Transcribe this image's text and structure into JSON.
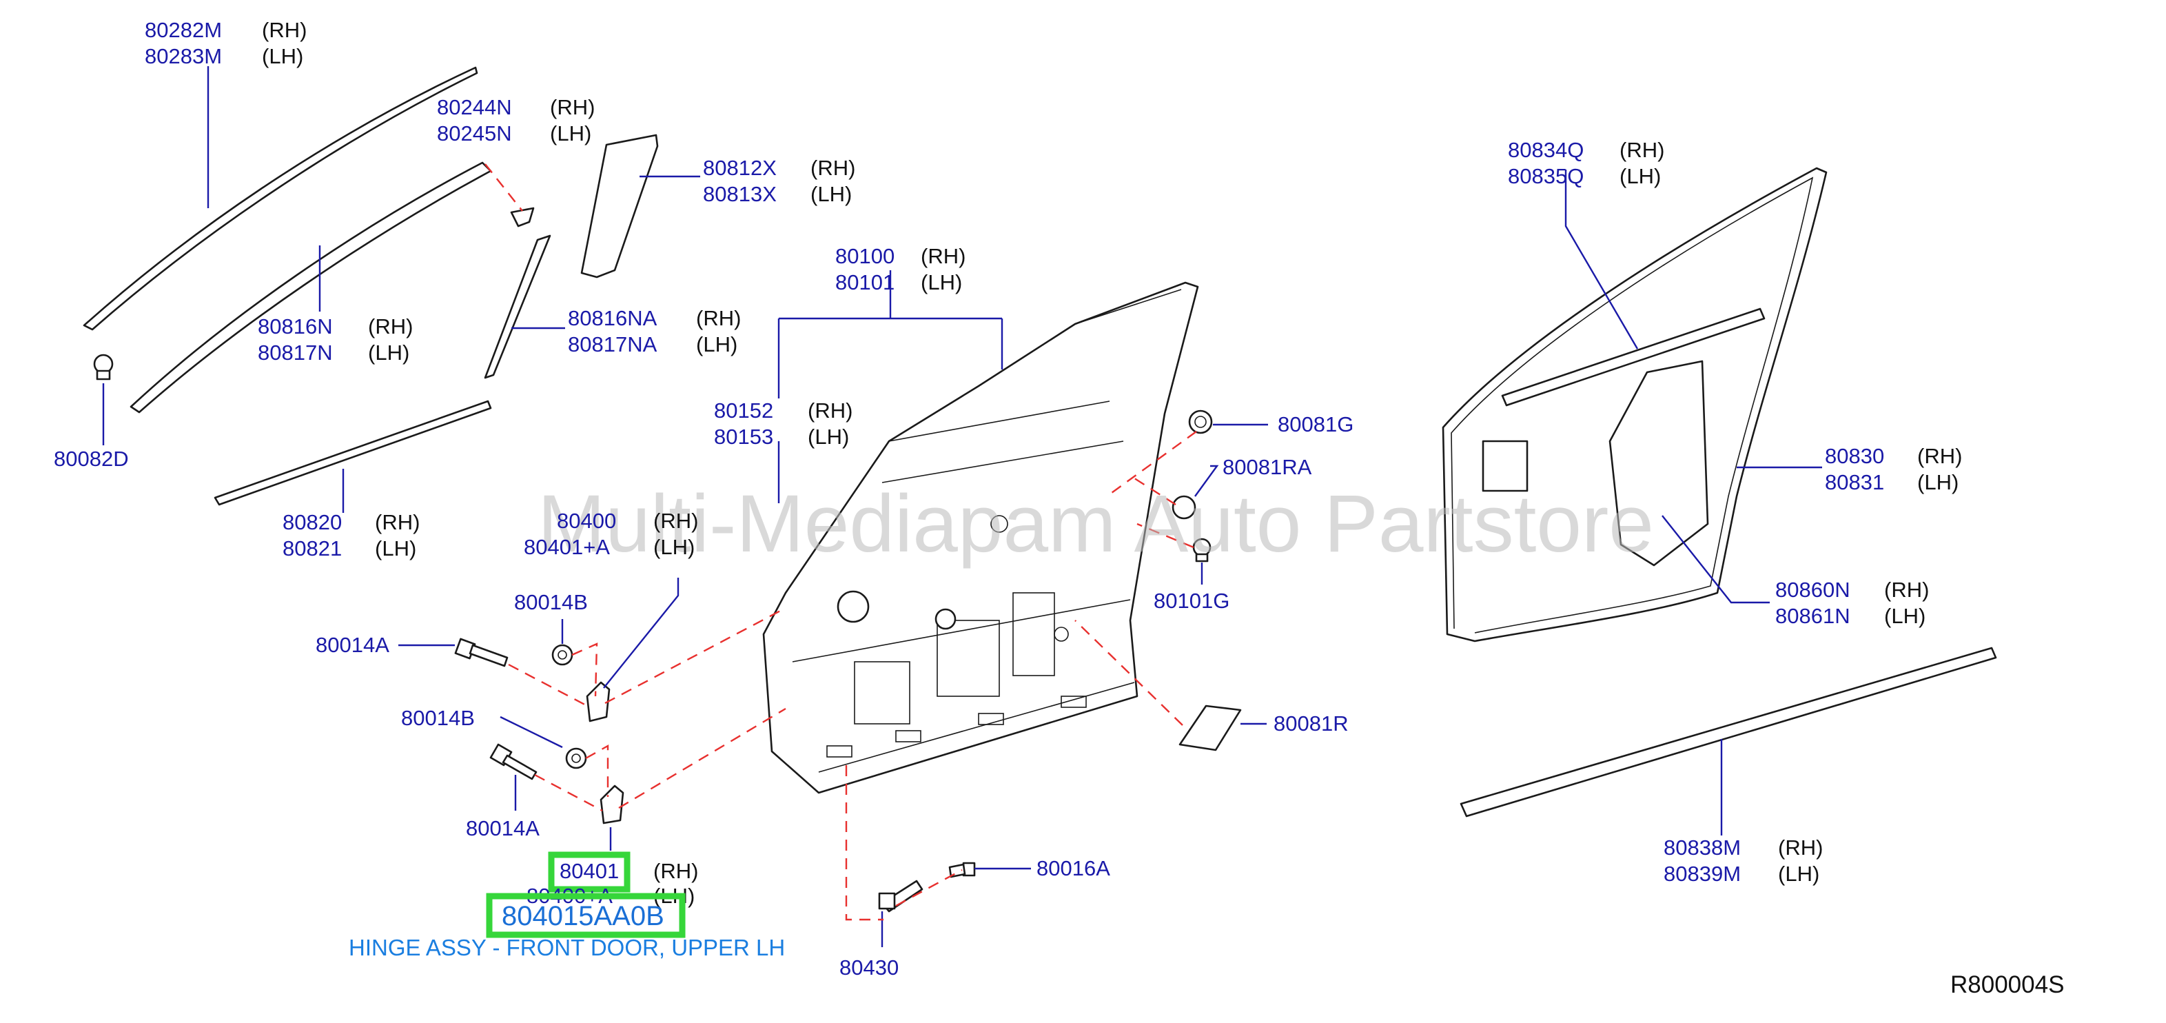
{
  "callouts": [
    {
      "id": "c1",
      "parts": [
        "80282M",
        "80283M"
      ],
      "sides": [
        "(RH)",
        "(LH)"
      ]
    },
    {
      "id": "c2",
      "parts": [
        "80244N",
        "80245N"
      ],
      "sides": [
        "(RH)",
        "(LH)"
      ]
    },
    {
      "id": "c3",
      "parts": [
        "80812X",
        "80813X"
      ],
      "sides": [
        "(RH)",
        "(LH)"
      ]
    },
    {
      "id": "c4",
      "parts": [
        "80816N",
        "80817N"
      ],
      "sides": [
        "(RH)",
        "(LH)"
      ]
    },
    {
      "id": "c5",
      "parts": [
        "80816NA",
        "80817NA"
      ],
      "sides": [
        "(RH)",
        "(LH)"
      ]
    },
    {
      "id": "c6",
      "parts": [
        "80082D"
      ],
      "sides": []
    },
    {
      "id": "c7",
      "parts": [
        "80820",
        "80821"
      ],
      "sides": [
        "(RH)",
        "(LH)"
      ]
    },
    {
      "id": "c8",
      "parts": [
        "80100",
        "80101"
      ],
      "sides": [
        "(RH)",
        "(LH)"
      ]
    },
    {
      "id": "c9",
      "parts": [
        "80152",
        "80153"
      ],
      "sides": [
        "(RH)",
        "(LH)"
      ]
    },
    {
      "id": "c10",
      "parts": [
        "80400",
        "80401+A"
      ],
      "sides": [
        "(RH)",
        "(LH)"
      ]
    },
    {
      "id": "c11",
      "parts": [
        "80014B"
      ],
      "sides": []
    },
    {
      "id": "c12",
      "parts": [
        "80014A"
      ],
      "sides": []
    },
    {
      "id": "c13",
      "parts": [
        "80014B"
      ],
      "sides": []
    },
    {
      "id": "c14",
      "parts": [
        "80014A"
      ],
      "sides": []
    },
    {
      "id": "c15",
      "parts": [
        "80401",
        "80400+A"
      ],
      "sides": [
        "(RH)",
        "(LH)"
      ]
    },
    {
      "id": "c16",
      "parts": [
        "80081G"
      ],
      "sides": []
    },
    {
      "id": "c17",
      "parts": [
        "80081RA"
      ],
      "sides": []
    },
    {
      "id": "c18",
      "parts": [
        "80101G"
      ],
      "sides": []
    },
    {
      "id": "c19",
      "parts": [
        "80081R"
      ],
      "sides": []
    },
    {
      "id": "c20",
      "parts": [
        "80016A"
      ],
      "sides": []
    },
    {
      "id": "c21",
      "parts": [
        "80430"
      ],
      "sides": []
    },
    {
      "id": "c22",
      "parts": [
        "80834Q",
        "80835Q"
      ],
      "sides": [
        "(RH)",
        "(LH)"
      ]
    },
    {
      "id": "c23",
      "parts": [
        "80830",
        "80831"
      ],
      "sides": [
        "(RH)",
        "(LH)"
      ]
    },
    {
      "id": "c24",
      "parts": [
        "80860N",
        "80861N"
      ],
      "sides": [
        "(RH)",
        "(LH)"
      ]
    },
    {
      "id": "c25",
      "parts": [
        "80838M",
        "80839M"
      ],
      "sides": [
        "(RH)",
        "(LH)"
      ]
    }
  ],
  "highlight": {
    "part_number": "804015AA0B",
    "description": "HINGE ASSY - FRONT DOOR, UPPER LH",
    "color": "#36d63a"
  },
  "watermark": "Multi-Mediapam Auto Partstore",
  "reference_code": "R800004S",
  "colors": {
    "part_label": "#1a1aa8",
    "dashed_line": "#e8302e",
    "highlight_text": "#1a6fd6"
  }
}
